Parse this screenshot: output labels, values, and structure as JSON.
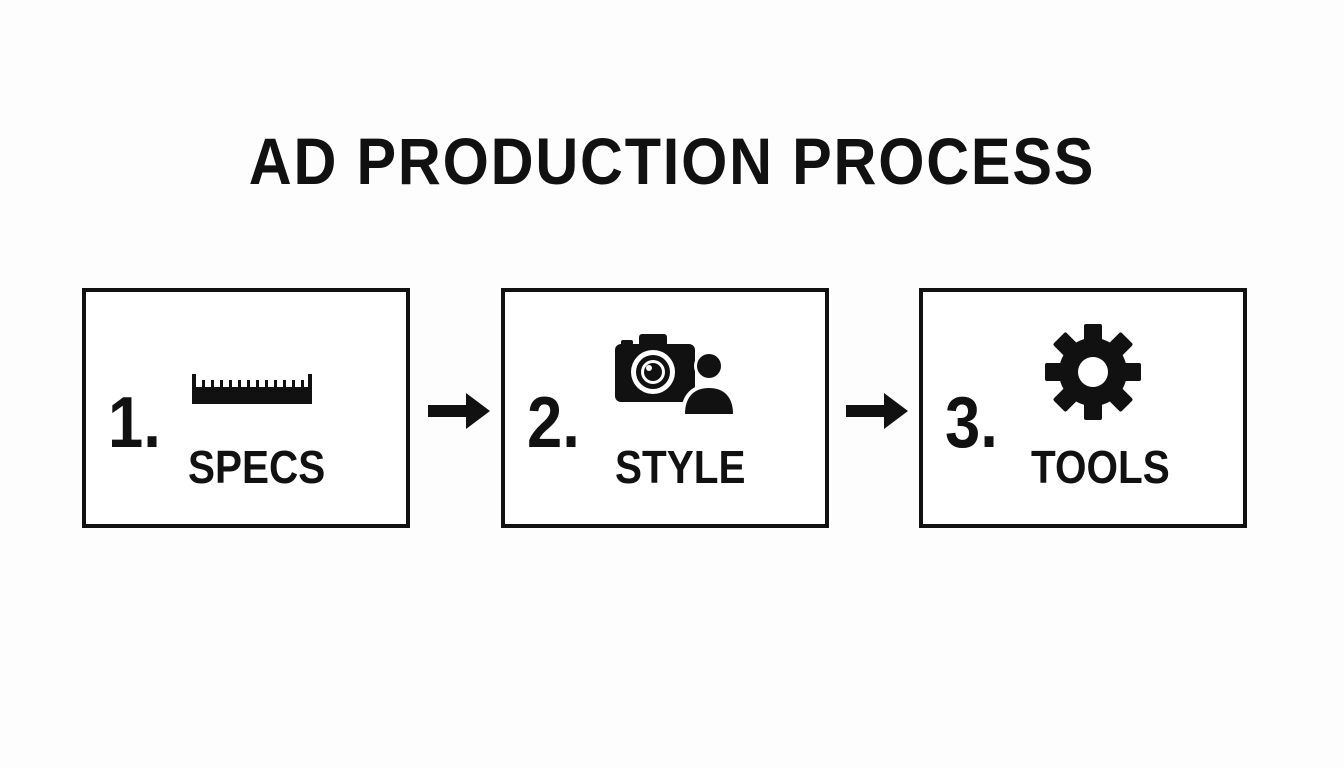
{
  "diagram": {
    "title": "AD PRODUCTION PROCESS",
    "steps": [
      {
        "number": "1.",
        "label": "SPECS",
        "icon": "ruler-icon"
      },
      {
        "number": "2.",
        "label": "STYLE",
        "icon": "camera-person-icon"
      },
      {
        "number": "3.",
        "label": "TOOLS",
        "icon": "gear-icon"
      }
    ],
    "arrow_icon": "arrow-right-icon",
    "colors": {
      "background": "#fdfdfd",
      "foreground": "#111111"
    }
  }
}
